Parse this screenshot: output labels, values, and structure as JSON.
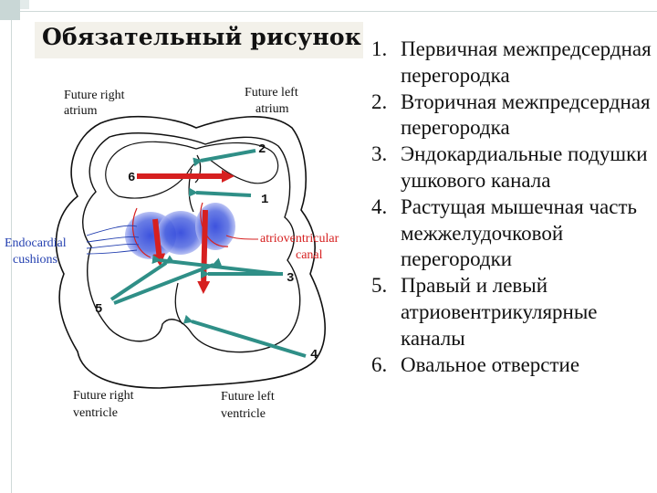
{
  "slide": {
    "title": "Обязательный рисунок",
    "items": [
      {
        "number": "1.",
        "text": "Первичная межпредсердная перегородка"
      },
      {
        "number": "2.",
        "text": "Вторичная межпредсердная перегородка"
      },
      {
        "number": "3.",
        "text": "Эндокардиальные подушки ушкового канала"
      },
      {
        "number": "4.",
        "text": "Растущая мышечная часть межжелудочковой перегородки"
      },
      {
        "number": "5.",
        "text": "Правый и левый атриовентрикулярные каналы"
      },
      {
        "number": "6.",
        "text": "Овальное отверстие"
      }
    ]
  },
  "diagram": {
    "labels": {
      "future_right_atrium_1": "Future right",
      "future_right_atrium_2": "atrium",
      "future_left_atrium_1": "Future left",
      "future_left_atrium_2": "atrium",
      "endocardial_1": "Endocardial",
      "endocardial_2": "cushions",
      "av_canal_1": "atrioventricular",
      "av_canal_2": "canal",
      "future_right_ventricle_1": "Future right",
      "future_right_ventricle_2": "ventricle",
      "future_left_ventricle_1": "Future left",
      "future_left_ventricle_2": "ventricle"
    },
    "numbers": {
      "n1": "1",
      "n2": "2",
      "n3": "3",
      "n4": "4",
      "n5": "5",
      "n6": "6"
    },
    "colors": {
      "arrow_teal": "#2f8f87",
      "flow_red": "#d62020",
      "cushion_blue": "#4f66e0",
      "label_blue": "#2440b0"
    }
  }
}
